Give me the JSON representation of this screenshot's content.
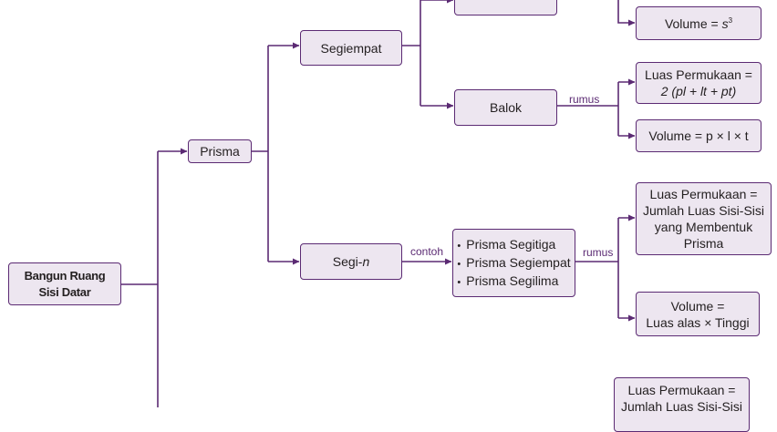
{
  "nodes": {
    "root": [
      "Bangun Ruang",
      "Sisi Datar"
    ],
    "prisma": "Prisma",
    "segiempat": "Segiempat",
    "balok": "Balok",
    "segi_n": {
      "prefix": "Segi-",
      "var": "n"
    },
    "examples": [
      "Prisma Segitiga",
      "Prisma Segiempat",
      "Prisma Segilima"
    ],
    "kubus_volume": {
      "text": "Volume = ",
      "var": "s",
      "exp": "3"
    },
    "balok_luas": {
      "line1": "Luas Permukaan =",
      "line2": "2 (pl + lt + pt)"
    },
    "balok_volume": "Volume = p × l × t",
    "prisma_luas": [
      "Luas Permukaan =",
      "Jumlah Luas Sisi-Sisi",
      "yang Membentuk",
      "Prisma"
    ],
    "prisma_volume": [
      "Volume =",
      "Luas alas × Tinggi"
    ],
    "bottom_luas": [
      "Luas Permukaan =",
      "Jumlah Luas Sisi-Sisi"
    ]
  },
  "edge_labels": {
    "balok_rumus": "rumus",
    "segi_n_contoh": "contoh",
    "examples_rumus": "rumus"
  },
  "colors": {
    "line": "#5b2a73",
    "node_fill": "#ede6f0",
    "node_border": "#5b2a73"
  }
}
